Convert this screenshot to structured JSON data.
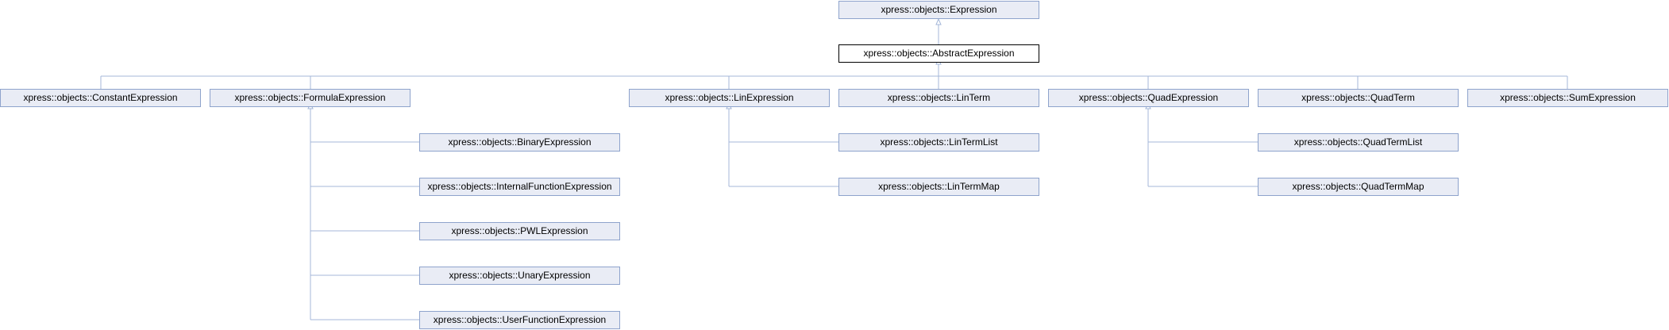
{
  "colors": {
    "node_fill": "#e9ecf5",
    "node_border": "#8ea3cc",
    "current_node_fill": "#ffffff",
    "current_node_border": "#000000",
    "edge": "#a4b7d9"
  },
  "nodes": {
    "expression": "xpress::objects::Expression",
    "abstract_expression": "xpress::objects::AbstractExpression",
    "constant_expression": "xpress::objects::ConstantExpression",
    "formula_expression": "xpress::objects::FormulaExpression",
    "lin_expression": "xpress::objects::LinExpression",
    "lin_term": "xpress::objects::LinTerm",
    "quad_expression": "xpress::objects::QuadExpression",
    "quad_term": "xpress::objects::QuadTerm",
    "sum_expression": "xpress::objects::SumExpression",
    "binary_expression": "xpress::objects::BinaryExpression",
    "internal_function_expression": "xpress::objects::InternalFunctionExpression",
    "pwl_expression": "xpress::objects::PWLExpression",
    "unary_expression": "xpress::objects::UnaryExpression",
    "user_function_expression": "xpress::objects::UserFunctionExpression",
    "lin_term_list": "xpress::objects::LinTermList",
    "lin_term_map": "xpress::objects::LinTermMap",
    "quad_term_list": "xpress::objects::QuadTermList",
    "quad_term_map": "xpress::objects::QuadTermMap"
  },
  "current_node": "abstract_expression"
}
